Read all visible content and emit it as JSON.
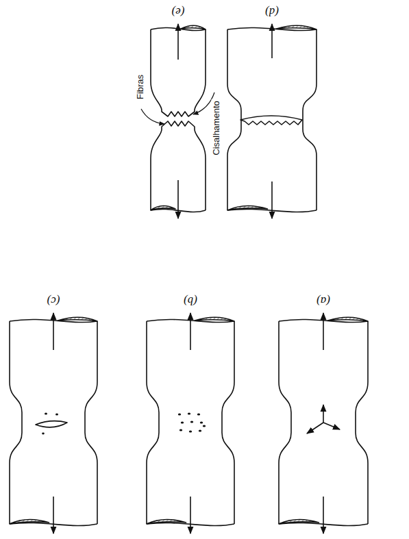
{
  "diagram": {
    "labels": [
      "(a)",
      "(b)",
      "(c)",
      "(d)",
      "(e)",
      "Fibras",
      "Cisalhamento"
    ]
  }
}
